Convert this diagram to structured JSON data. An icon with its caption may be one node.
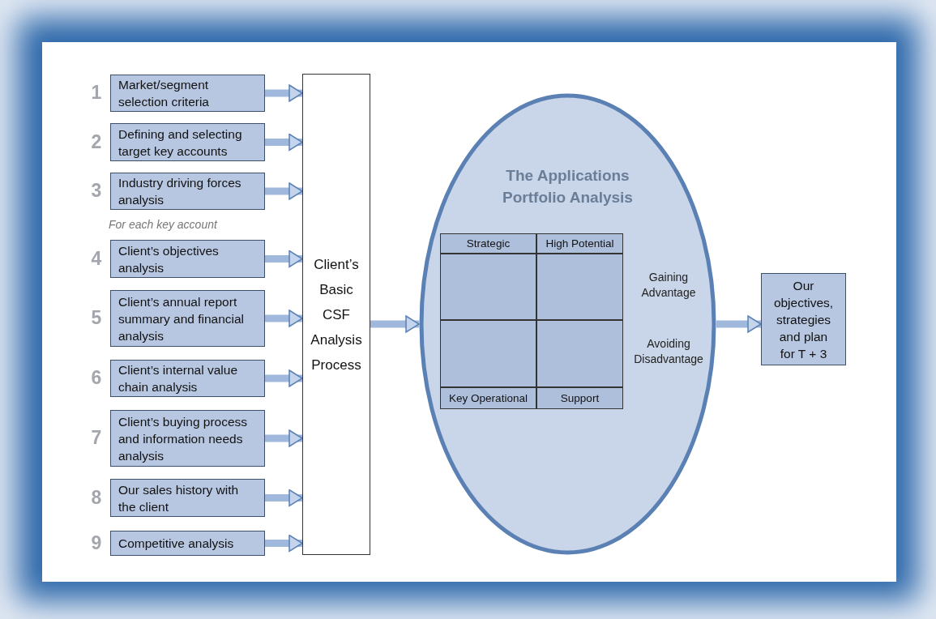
{
  "diagram": {
    "nodes": [
      {
        "text": [
          "Market/segment selection criteria"
        ],
        "beside": [
          "1"
        ]
      },
      {
        "text": [
          "Defining and selecting target key accounts"
        ],
        "beside": [
          "2"
        ]
      },
      {
        "text": [
          "Industry driving forces analysis"
        ],
        "beside": [
          "3"
        ]
      },
      {
        "text": [
          "Client’s objectives analysis"
        ],
        "beside": [
          "4"
        ]
      },
      {
        "text": [
          "Client’s annual report summary and financial analysis"
        ],
        "beside": [
          "5"
        ]
      },
      {
        "text": [
          "Client’s internal value chain analysis"
        ],
        "beside": [
          "6"
        ]
      },
      {
        "text": [
          "Client’s buying process and information needs analysis"
        ],
        "beside": [
          "7"
        ]
      },
      {
        "text": [
          "Our sales history with the client"
        ],
        "beside": [
          "8"
        ]
      },
      {
        "text": [
          "Competitive analysis"
        ],
        "beside": [
          "9"
        ]
      },
      {
        "text": [
          "Client’s Basic CSF Analysis Process"
        ]
      },
      {
        "text": [
          "The Applications Portfolio Analysis"
        ]
      },
      {
        "text": [
          "Strategic"
        ],
        "in": 10
      },
      {
        "text": [
          "High Potential"
        ],
        "in": 10
      },
      {
        "text": [],
        "shape": "box",
        "in": 10
      },
      {
        "text": [],
        "shape": "box",
        "in": 10
      },
      {
        "text": [],
        "shape": "box",
        "in": 10
      },
      {
        "text": [],
        "shape": "box",
        "in": 10
      },
      {
        "text": [
          "Key Operational"
        ],
        "in": 10
      },
      {
        "text": [
          "Support"
        ],
        "in": 10
      },
      {
        "text": [
          "Our objectives, strategies and plan for T + 3"
        ]
      }
    ],
    "edges": [
      {
        "from": 0,
        "to": 9,
        "arrow": "to"
      },
      {
        "from": 1,
        "to": 9,
        "arrow": "to"
      },
      {
        "from": 2,
        "to": 9,
        "arrow": "to"
      },
      {
        "from": 3,
        "to": 9,
        "arrow": "to"
      },
      {
        "from": 4,
        "to": 9,
        "arrow": "to"
      },
      {
        "from": 5,
        "to": 9,
        "arrow": "to"
      },
      {
        "from": 6,
        "to": 9,
        "arrow": "to"
      },
      {
        "from": 7,
        "to": 9,
        "arrow": "to"
      },
      {
        "from": 8,
        "to": 9,
        "arrow": "to"
      },
      {
        "from": 9,
        "to": 10,
        "arrow": "to"
      },
      {
        "from": 10,
        "to": 19,
        "arrow": "to"
      }
    ],
    "labels": [
      "For each key account",
      "Gaining Advantage",
      "Avoiding Disadvantage"
    ]
  }
}
